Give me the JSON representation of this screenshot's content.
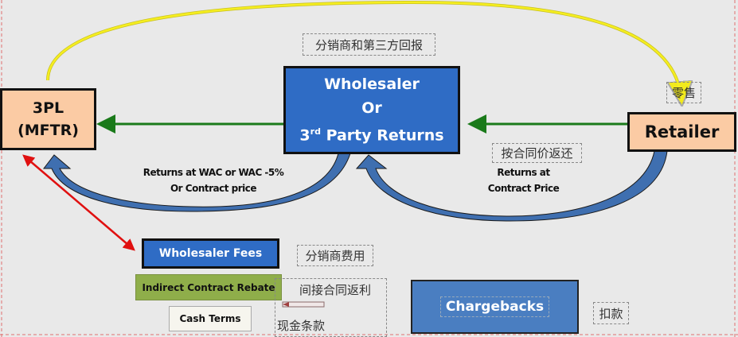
{
  "nodes": {
    "tpl": {
      "line1": "3PL",
      "line2": "(MFTR)"
    },
    "wholesaler": {
      "line1": "Wholesaler",
      "line2": "Or",
      "line3_num": "3",
      "line3_sup": "rd",
      "line3_rest": " Party Returns"
    },
    "retailer": {
      "label": "Retailer"
    }
  },
  "labels": {
    "wholesaler_cn": "分销商和第三方回报",
    "retail_cn": "零售",
    "contract_return_cn": "按合同价返还",
    "returns_contract_1": "Returns at",
    "returns_contract_2": "Contract Price",
    "returns_wac_1": "Returns at WAC or WAC -5%",
    "returns_wac_2": "Or Contract price"
  },
  "legend": {
    "wholesaler_fees": "Wholesaler Fees",
    "wholesaler_fees_cn": "分销商费用",
    "indirect_rebate": "Indirect Contract Rebate",
    "indirect_rebate_cn": "间接合同返利",
    "cash_terms": "Cash Terms",
    "cash_terms_cn": "现金条款",
    "chargebacks": "Chargebacks",
    "chargebacks_cn": "扣款"
  },
  "colors": {
    "peach": "#fbcba4",
    "blue": "#2f6cc5",
    "green_arrow": "#1a7a1a",
    "yellow_arrow": "#f2ea1c",
    "red_arrow": "#e01010",
    "rebate_green": "#8fae4a"
  }
}
